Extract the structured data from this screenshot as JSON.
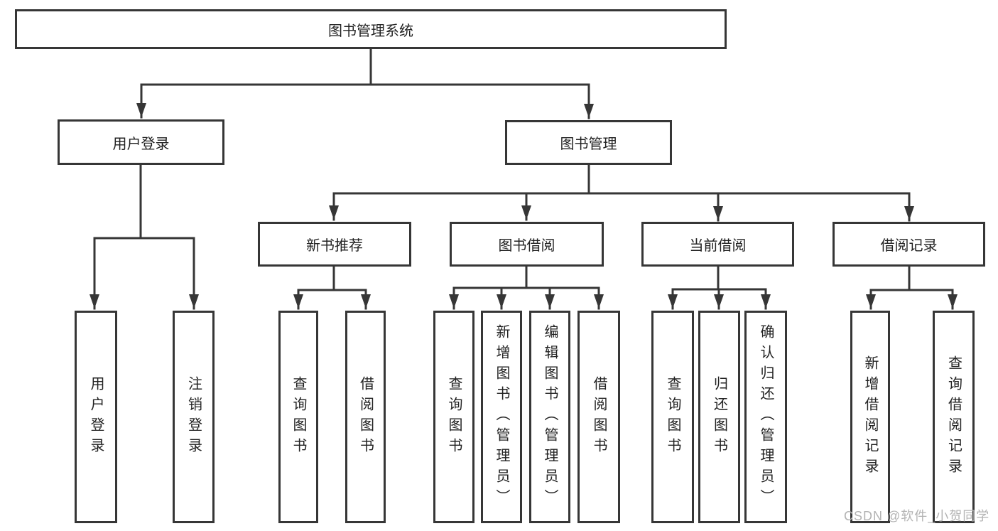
{
  "colors": {
    "line": "#363636",
    "text": "#222222",
    "watermark": "#b3b3b3",
    "background": "#ffffff"
  },
  "watermark": "CSDN @软件_小贺同学",
  "tree": {
    "root": {
      "label": "图书管理系统"
    },
    "children": [
      {
        "label": "用户登录",
        "children": [
          {
            "label": "用户登录"
          },
          {
            "label": "注销登录"
          }
        ]
      },
      {
        "label": "图书管理",
        "children": [
          {
            "label": "新书推荐",
            "children": [
              {
                "label": "查询图书"
              },
              {
                "label": "借阅图书"
              }
            ]
          },
          {
            "label": "图书借阅",
            "children": [
              {
                "label": "查询图书"
              },
              {
                "label": "新增图书（管理员）"
              },
              {
                "label": "编辑图书（管理员）"
              },
              {
                "label": "借阅图书"
              }
            ]
          },
          {
            "label": "当前借阅",
            "children": [
              {
                "label": "查询图书"
              },
              {
                "label": "归还图书"
              },
              {
                "label": "确认归还（管理员）"
              }
            ]
          },
          {
            "label": "借阅记录",
            "children": [
              {
                "label": "新增借阅记录"
              },
              {
                "label": "查询借阅记录"
              }
            ]
          }
        ]
      }
    ]
  }
}
